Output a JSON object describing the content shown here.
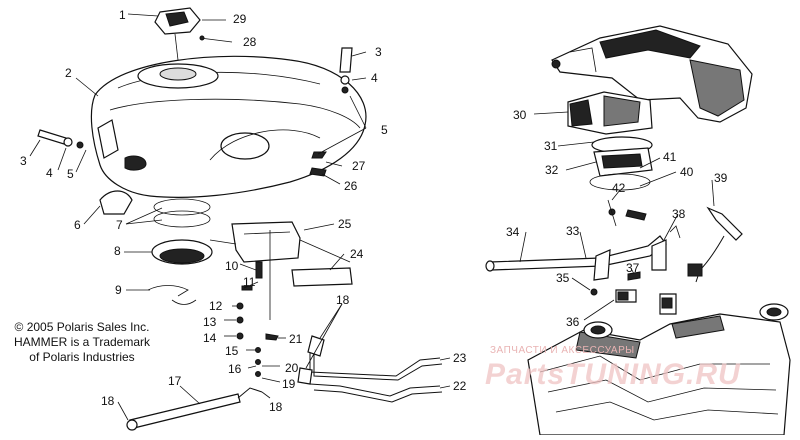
{
  "diagram": {
    "callouts": [
      "1",
      "29",
      "28",
      "2",
      "3",
      "4",
      "5",
      "3",
      "4",
      "5",
      "27",
      "26",
      "6",
      "7",
      "25",
      "8",
      "24",
      "10",
      "11",
      "9",
      "12",
      "13",
      "14",
      "15",
      "21",
      "18",
      "16",
      "20",
      "19",
      "18",
      "17",
      "23",
      "22",
      "18",
      "30",
      "31",
      "32",
      "41",
      "40",
      "39",
      "42",
      "34",
      "33",
      "38",
      "35",
      "37",
      "36"
    ]
  },
  "copyright": {
    "line1": "© 2005 Polaris Sales Inc.",
    "line2": "HAMMER is a Trademark",
    "line3": "of Polaris Industries"
  },
  "watermark": {
    "line1": "ЗАПЧАСТИ И АКСЕССУАРЫ",
    "line2": "PartsTUNING.RU"
  },
  "colors": {
    "ink": "#111111",
    "watermark": "#e9b3b3",
    "background": "#ffffff"
  }
}
